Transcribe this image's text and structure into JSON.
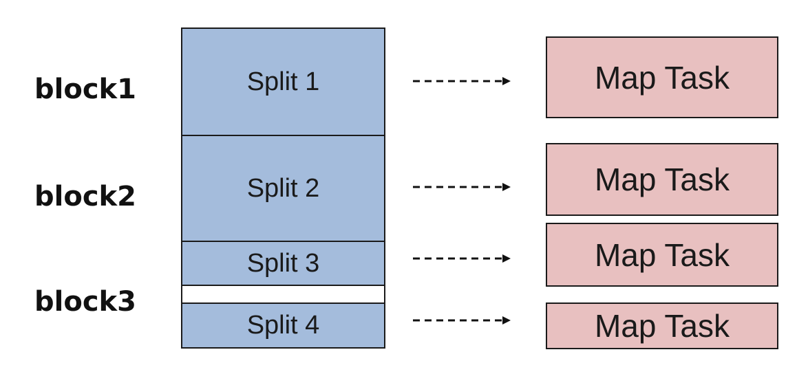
{
  "blocks": [
    "block1",
    "block2",
    "block3"
  ],
  "splits": [
    "Split 1",
    "Split 2",
    "Split 3",
    "Split 4"
  ],
  "tasks": [
    "Map Task",
    "Map Task",
    "Map Task",
    "Map Task"
  ],
  "colors": {
    "split_fill": "#a4bcdc",
    "task_fill": "#e8c0c0",
    "outline": "#1a1a1a"
  }
}
